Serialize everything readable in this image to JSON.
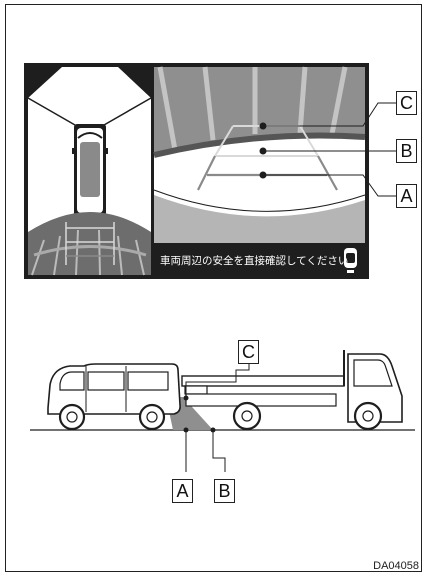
{
  "labels": {
    "c": "C",
    "b": "B",
    "a": "A"
  },
  "banner": {
    "text": "車両周辺の安全を直接確認してください",
    "icon": "car-top-view-icon"
  },
  "figure_code": "DA04058",
  "colors": {
    "screen_bg": "#222222",
    "gray": "#8a8a8a",
    "light": "#d9d9d9"
  }
}
